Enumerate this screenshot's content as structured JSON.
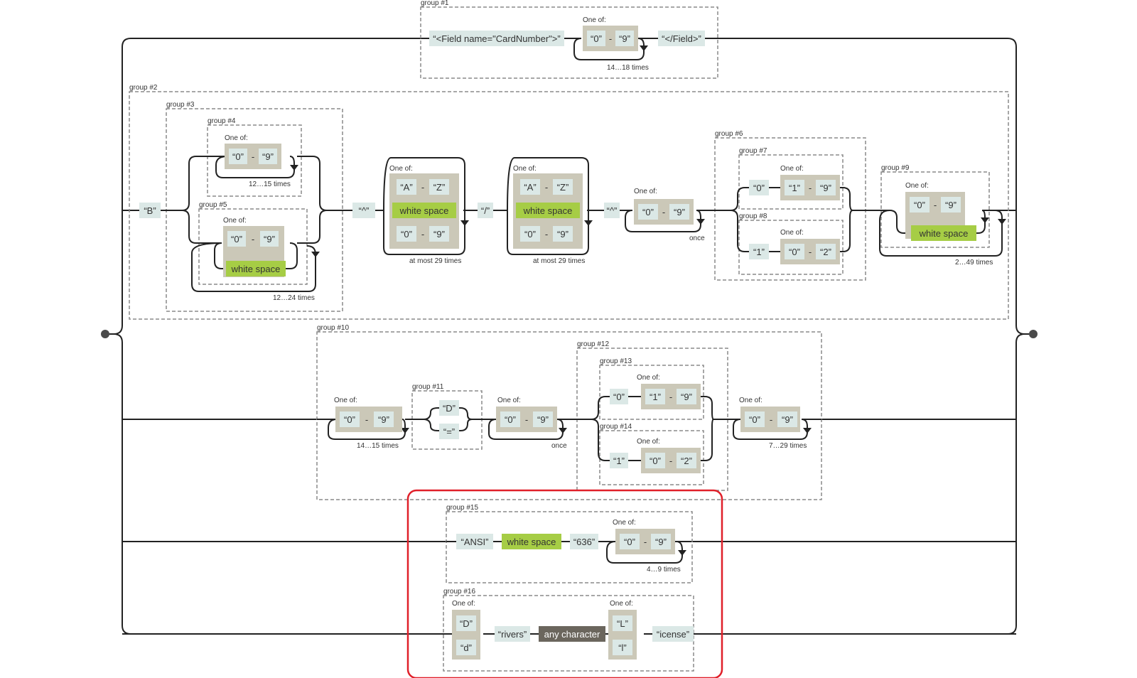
{
  "colors": {
    "line": "#222222",
    "literal_fill": "#dbe8e6",
    "oneof_fill": "#cbc8b8",
    "whitespace_fill": "#a6cd45",
    "anychar_fill": "#6b665d",
    "group_border": "#8a8a8a",
    "highlight": "#e0202a",
    "terminal_fill": "#4a4a4a"
  },
  "labels": {
    "one_of": "One of:",
    "white_space": "white space",
    "any_character": "any character",
    "range_dash": "-"
  },
  "groups": {
    "g1": "group #1",
    "g2": "group #2",
    "g3": "group #3",
    "g4": "group #4",
    "g5": "group #5",
    "g6": "group #6",
    "g7": "group #7",
    "g8": "group #8",
    "g9": "group #9",
    "g10": "group #10",
    "g11": "group #11",
    "g12": "group #12",
    "g13": "group #13",
    "g14": "group #14",
    "g15": "group #15",
    "g16": "group #16"
  },
  "literals": {
    "field_open": "“<Field name=\"CardNumber\">”",
    "field_close": "“</Field>”",
    "B": "“B”",
    "caret": "“^”",
    "slash": "“/”",
    "zero": "“0”",
    "one": "“1”",
    "two": "“2”",
    "nine": "“9”",
    "A": "“A”",
    "Z": "“Z”",
    "D": "“D”",
    "d": "“d”",
    "eq": "“=”",
    "ANSI": "“ANSI”",
    "n636": "“636”",
    "rivers": "“rivers”",
    "L": "“L”",
    "l": "“l”",
    "icense": "“icense”"
  },
  "repeats": {
    "r14_18": "14…18 times",
    "r12_15": "12…15 times",
    "r12_24": "12…24 times",
    "r_at_most_29": "at most 29 times",
    "r_once": "once",
    "r2_49": "2…49 times",
    "r14_15": "14…15 times",
    "r7_29": "7…29 times",
    "r4_9": "4…9 times"
  }
}
